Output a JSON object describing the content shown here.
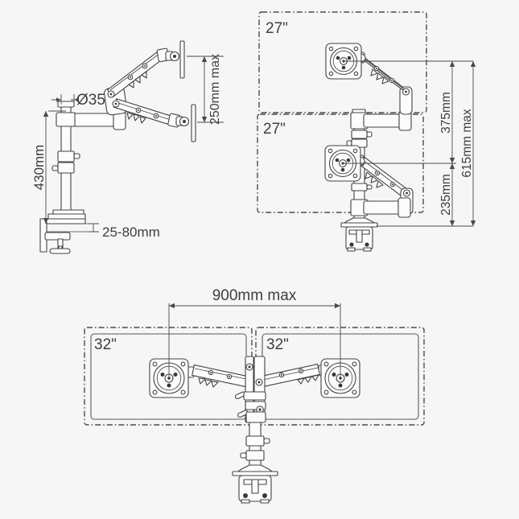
{
  "colors": {
    "background": "#f6f6f6",
    "line": "#434343",
    "dimension_line": "#4a4a4a",
    "text": "#3e3e3e"
  },
  "side_view": {
    "pole_diameter_label": "Ø35",
    "height_range_label": "250mm max",
    "pole_height_label": "430mm",
    "desk_thickness_label": "25-80mm"
  },
  "stacked_view": {
    "top_monitor_label": "27\"",
    "bottom_monitor_label": "27\"",
    "upper_span_label": "375mm",
    "lower_span_label": "235mm",
    "total_height_label": "615mm max"
  },
  "dual_view": {
    "left_monitor_label": "32\"",
    "right_monitor_label": "32\"",
    "max_span_label": "900mm max"
  }
}
